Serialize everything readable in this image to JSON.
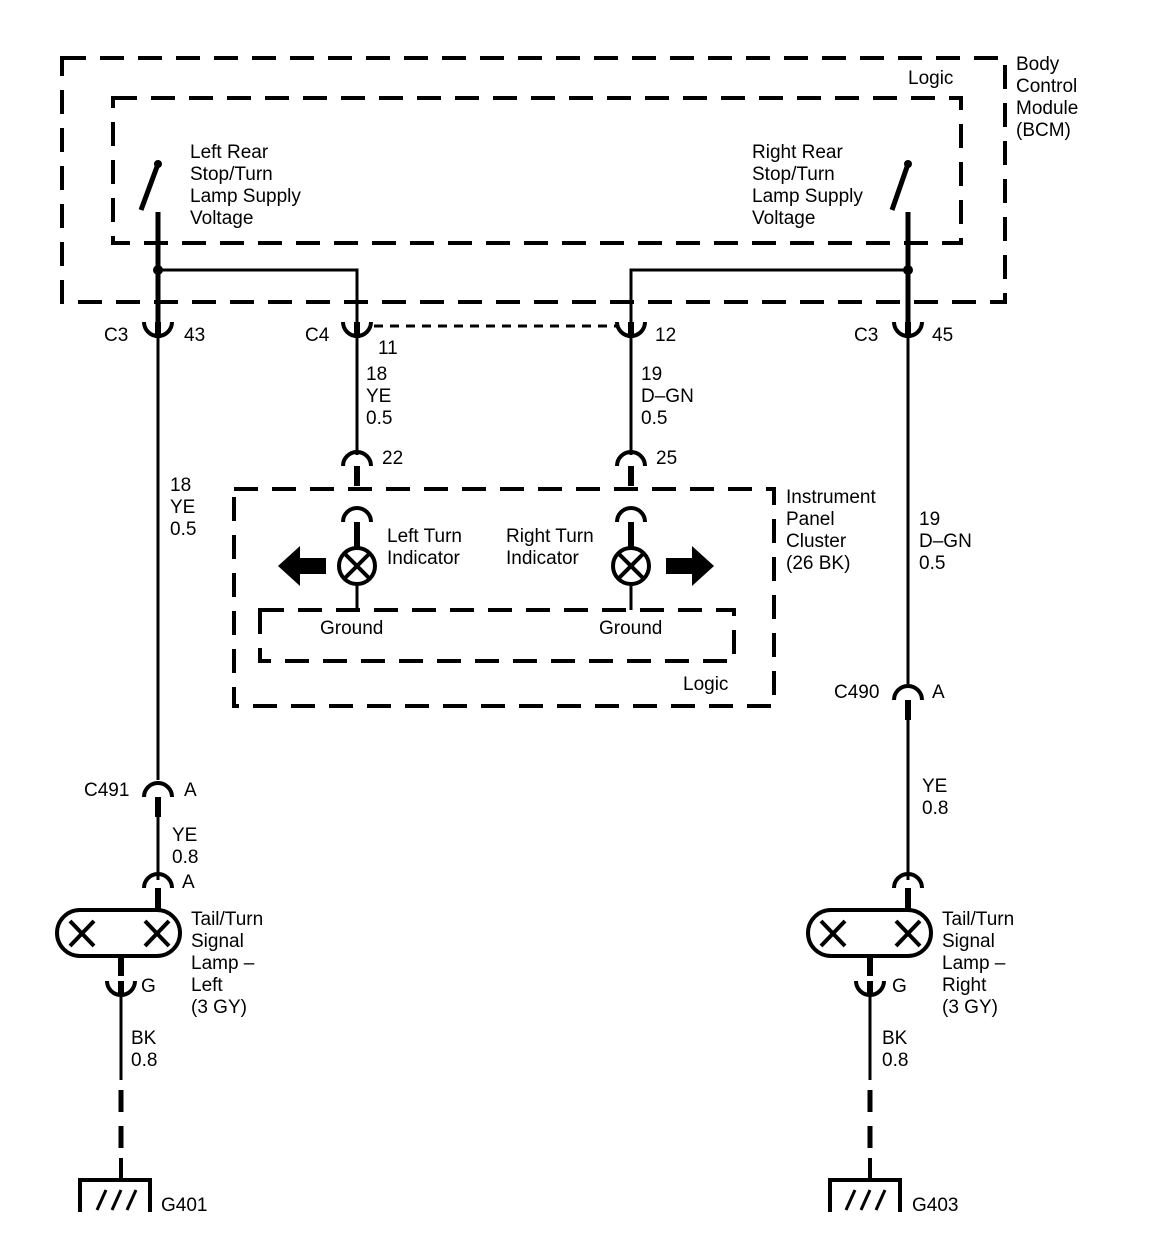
{
  "bcm": {
    "logic_label": "Logic",
    "name_lines": [
      "Body",
      "Control",
      "Module",
      "(BCM)"
    ],
    "left_supply_lines": [
      "Left Rear",
      "Stop/Turn",
      "Lamp Supply",
      "Voltage"
    ],
    "right_supply_lines": [
      "Right Rear",
      "Stop/Turn",
      "Lamp Supply",
      "Voltage"
    ]
  },
  "connectors": {
    "c3_left": {
      "name": "C3",
      "pin": "43"
    },
    "c4": {
      "name": "C4",
      "pin": "11"
    },
    "c4_right_pin": "12",
    "c3_right": {
      "name": "C3",
      "pin": "45"
    },
    "ipc_left_pin": "22",
    "ipc_right_pin": "25",
    "c490": {
      "name": "C490",
      "pin": "A"
    },
    "c491": {
      "name": "C491",
      "pin": "A"
    },
    "lamp_left_pin": "A",
    "ground_left_pin": "G",
    "ground_right_pin": "G"
  },
  "wires": {
    "c4_ipc": [
      "18",
      "YE",
      "0.5"
    ],
    "c4r_ipc": [
      "19",
      "D–GN",
      "0.5"
    ],
    "left_main": [
      "18",
      "YE",
      "0.5"
    ],
    "right_main": [
      "19",
      "D–GN",
      "0.5"
    ],
    "left_lamp_feed": [
      "YE",
      "0.8"
    ],
    "right_lamp_feed": [
      "YE",
      "0.8"
    ],
    "left_ground": [
      "BK",
      "0.8"
    ],
    "right_ground": [
      "BK",
      "0.8"
    ]
  },
  "ipc": {
    "name_lines": [
      "Instrument",
      "Panel",
      "Cluster",
      "(26 BK)"
    ],
    "left_indicator_lines": [
      "Left Turn",
      "Indicator"
    ],
    "right_indicator_lines": [
      "Right Turn",
      "Indicator"
    ],
    "ground_left": "Ground",
    "ground_right": "Ground",
    "logic_label": "Logic"
  },
  "lamps": {
    "left_lines": [
      "Tail/Turn",
      "Signal",
      "Lamp –",
      "Left",
      "(3 GY)"
    ],
    "right_lines": [
      "Tail/Turn",
      "Signal",
      "Lamp –",
      "Right",
      "(3 GY)"
    ]
  },
  "grounds": {
    "left": "G401",
    "right": "G403"
  }
}
